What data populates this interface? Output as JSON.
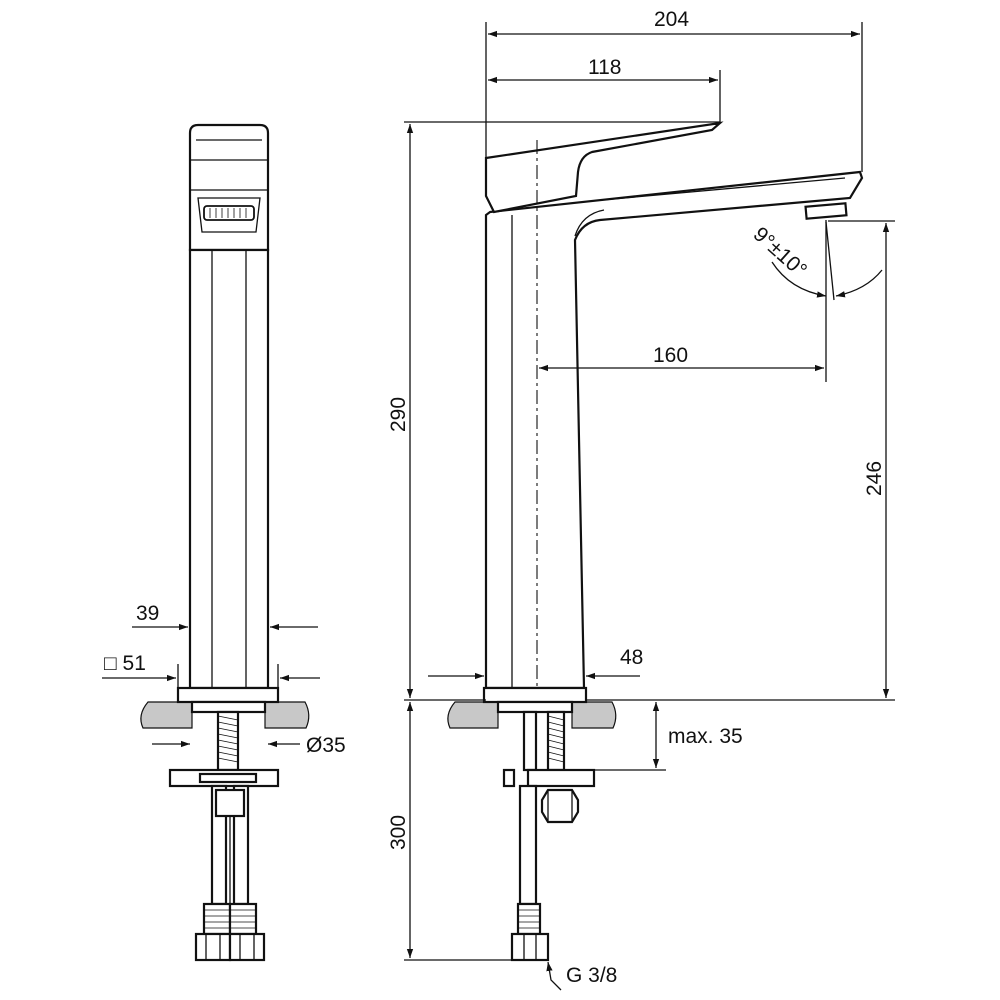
{
  "dimensions": {
    "overall_width": "204",
    "handle_length": "118",
    "total_height": "290",
    "spout_reach": "160",
    "spout_height": "246",
    "spout_angle": "9°±10°",
    "body_width": "39",
    "base_square": "□ 51",
    "thread_diameter": "Ø35",
    "base_diameter": "48",
    "max_counter_thickness": "max. 35",
    "hose_length": "300",
    "connection_thread": "G 3/8"
  },
  "colors": {
    "line": "#111111",
    "countertop": "#c8c8c8",
    "background": "#ffffff"
  }
}
